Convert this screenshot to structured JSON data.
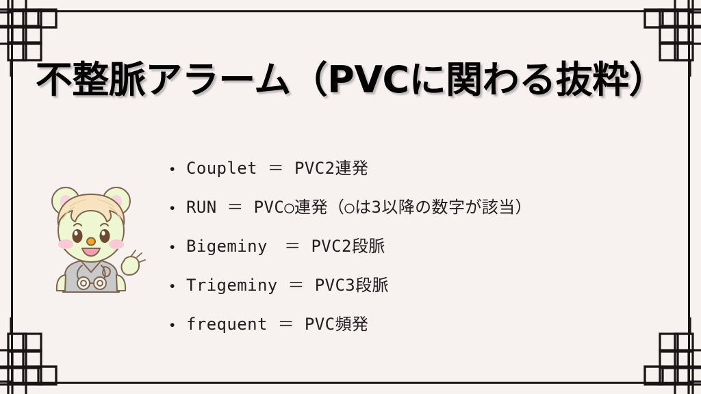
{
  "slide": {
    "title": "不整脈アラーム（PVCに関わる抜粋）",
    "background_color": "#f7f1f0",
    "frame_color": "#1a1417",
    "title_color": "#020203",
    "text_color": "#231c20"
  },
  "bullets": [
    {
      "marker": "•",
      "text": "Couplet ＝ PVC2連発"
    },
    {
      "marker": "•",
      "text": "RUN ＝ PVC○連発（○は3以降の数字が該当）"
    },
    {
      "marker": "•",
      "text": "Bigeminy　＝ PVC2段脈"
    },
    {
      "marker": "•",
      "text": "Trigeminy ＝ PVC3段脈"
    },
    {
      "marker": "•",
      "text": "frequent ＝ PVC頻発"
    }
  ],
  "mascot": {
    "name": "waving-bear-nurse-mascot",
    "face_color": "#eef7d2",
    "hair_color": "#f7e3bf",
    "outline_color": "#7c6450",
    "cheek_color": "#f9c9d6",
    "uniform_color": "#c9c9c9",
    "nose_color": "#f5a623",
    "mouth_color": "#f29eb0"
  },
  "ornament": {
    "name": "interlocking-squares-corner",
    "color": "#1a1417"
  }
}
